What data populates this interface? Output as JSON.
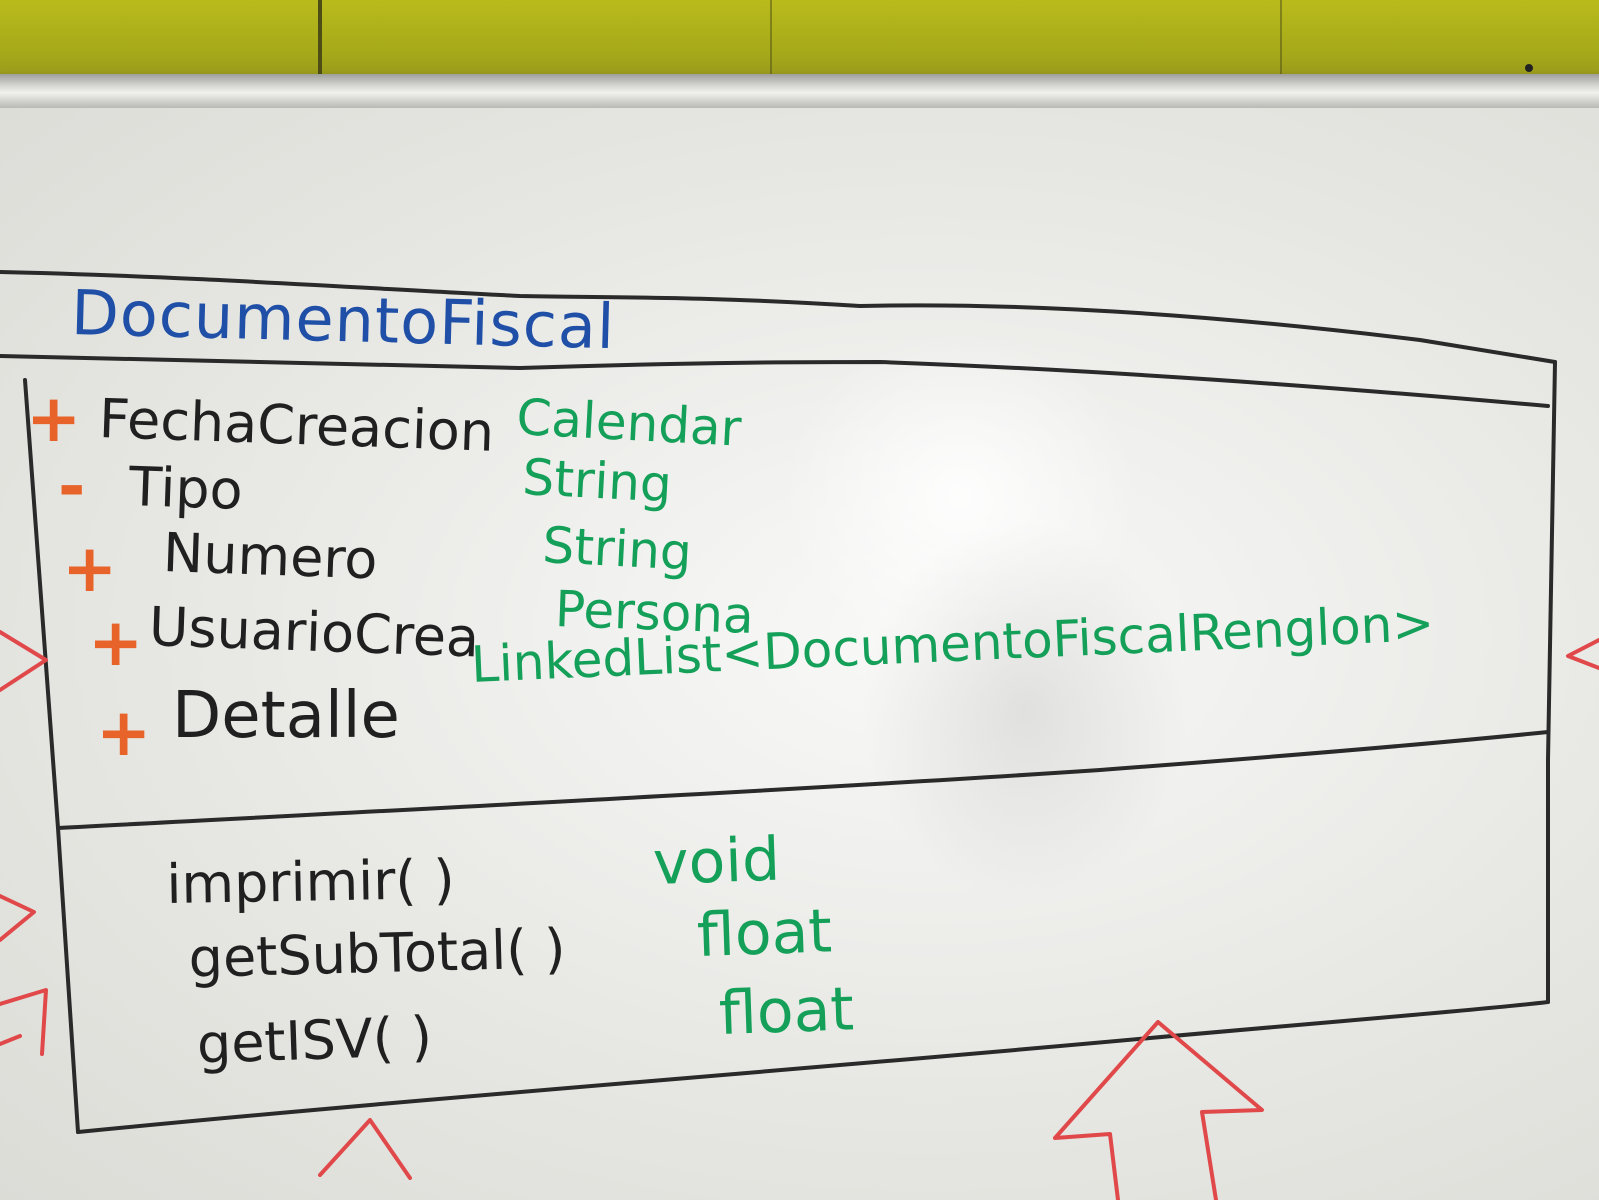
{
  "diagram": {
    "type": "uml-class",
    "class_name": "DocumentoFiscal",
    "attributes": [
      {
        "visibility": "+",
        "name": "FechaCreacion",
        "type": "Calendar"
      },
      {
        "visibility": "-",
        "name": "Tipo",
        "type": "String"
      },
      {
        "visibility": "+",
        "name": "Numero",
        "type": "String"
      },
      {
        "visibility": "+",
        "name": "UsuarioCrea",
        "type": "Persona"
      },
      {
        "visibility": "+",
        "name": "Detalle",
        "type": "LinkedList<DocumentoFiscalRenglon>"
      }
    ],
    "methods": [
      {
        "name": "imprimir( )",
        "return": "void"
      },
      {
        "name": "getSubTotal( )",
        "return": "float"
      },
      {
        "name": "getISV( )",
        "return": "float"
      }
    ]
  },
  "colors": {
    "class_name": "#1f4fa6",
    "visibility": "#e8632a",
    "names": "#202020",
    "types": "#14a058",
    "arrows": "#e0484a",
    "wall": "#b9bb1c"
  }
}
